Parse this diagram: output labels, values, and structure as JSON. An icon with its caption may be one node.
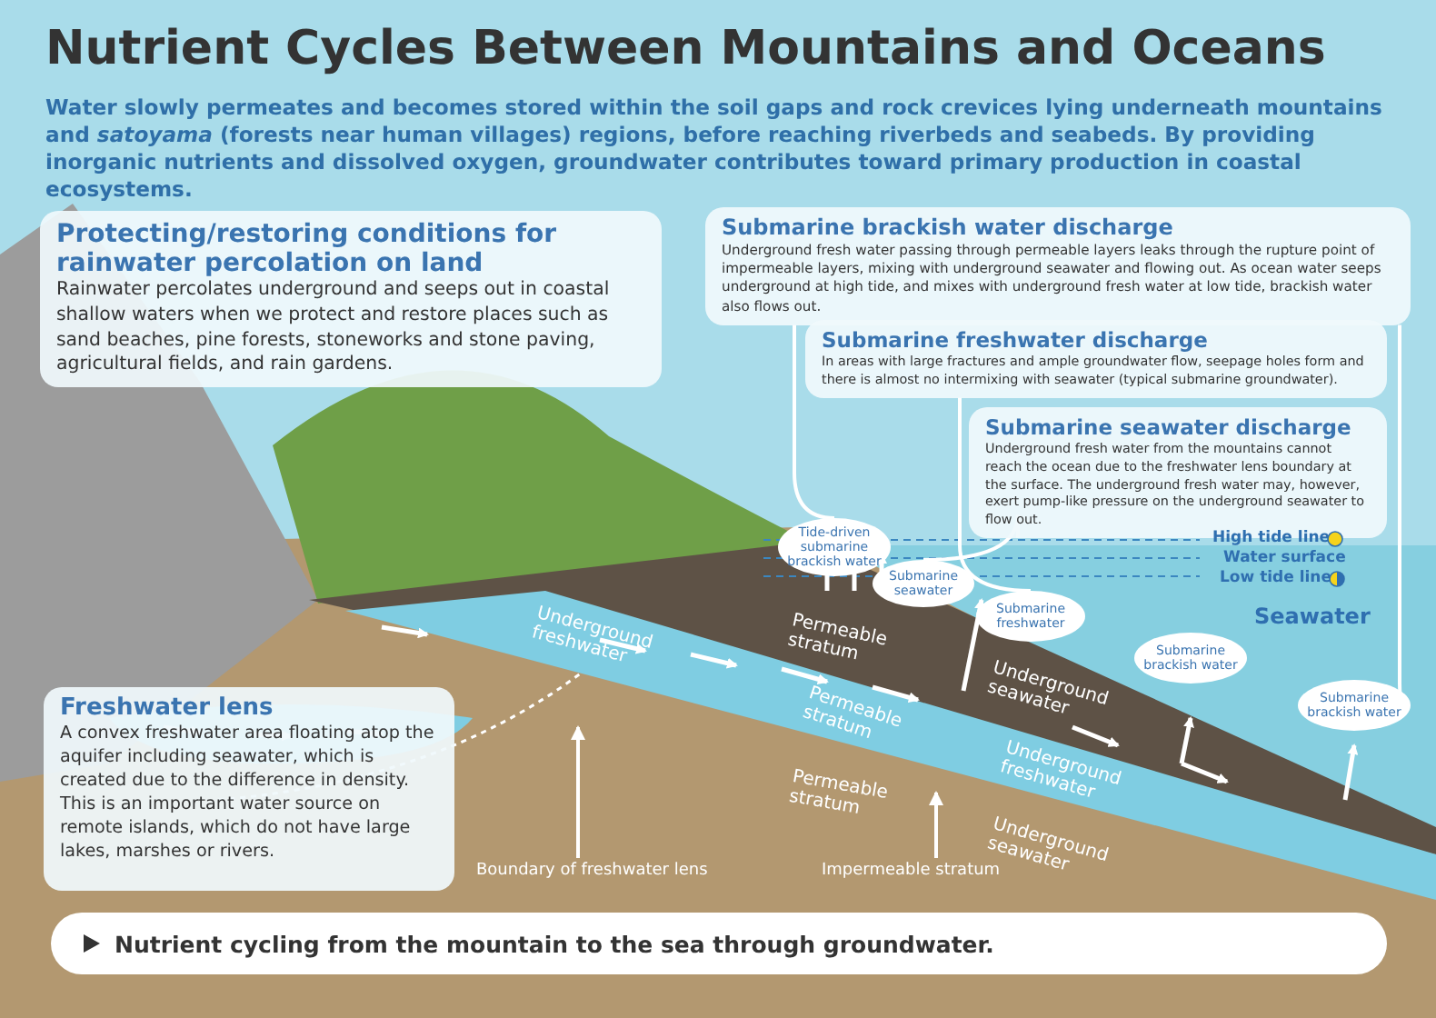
{
  "diagram": {
    "title": "Nutrient Cycles Between Mountains and Oceans",
    "caption": "Water slowly permeates and becomes stored within the soil gaps and rock crevices lying underneath mountains and *satoyama* (forests near human villages) regions, before reaching riverbeds and seabeds. By providing inorganic nutrients and dissolved oxygen, groundwater contributes toward primary production in coastal ecosystems.",
    "nodes": [
      {
        "text": [
          "Protecting/restoring conditions for rainwater percolation on land",
          "Rainwater percolates underground and seeps out in coastal shallow waters when we protect and restore places such as sand beaches, pine forests, stoneworks and stone paving, agricultural fields, and rain gardens."
        ]
      },
      {
        "text": [
          "Submarine brackish water discharge",
          "Underground fresh water passing through permeable layers leaks through the rupture point of impermeable layers, mixing with underground seawater and flowing out. As ocean water seeps underground at high tide, and mixes with underground fresh water at low tide, brackish water also flows out."
        ]
      },
      {
        "text": [
          "Submarine freshwater discharge",
          "In areas with large fractures and ample groundwater flow, seepage holes form and there is almost no intermixing with seawater (typical submarine groundwater)."
        ]
      },
      {
        "text": [
          "Submarine seawater discharge",
          "Underground fresh water from the mountains cannot reach the ocean due to the freshwater lens boundary at the surface. The underground fresh water may, however, exert pump-like pressure on the underground seawater to flow out."
        ]
      },
      {
        "text": [
          "Freshwater lens",
          "A convex freshwater area floating atop the aquifer including seawater, which is created due to the difference in density. This is an important water source on remote islands, which do not have large lakes, marshes or rivers."
        ]
      },
      {
        "text": [
          "Tide-driven submarine brackish water"
        ]
      },
      {
        "text": [
          "Submarine seawater"
        ]
      },
      {
        "text": [
          "Submarine freshwater"
        ]
      },
      {
        "text": [
          "Submarine brackish water"
        ]
      },
      {
        "text": [
          "Submarine brackish water"
        ]
      },
      {
        "text": [
          "Nutrient cycling from the mountain to the sea through groundwater."
        ]
      },
      {
        "text": [
          "Boundary of freshwater lens"
        ]
      },
      {
        "text": [
          "Impermeable stratum"
        ]
      }
    ],
    "edges": [
      {
        "from": 1,
        "to": 5,
        "arrow": "none"
      },
      {
        "from": 2,
        "to": 7,
        "arrow": "none"
      },
      {
        "from": 3,
        "to": 6,
        "arrow": "none"
      },
      {
        "from": 1,
        "to": 9,
        "arrow": "none"
      },
      {
        "from": 11,
        "to": null,
        "arrow": "to"
      },
      {
        "from": 12,
        "to": null,
        "arrow": "to"
      }
    ],
    "labels": [
      "High tide line",
      "Water surface",
      "Low tide line",
      "Seawater",
      "Underground freshwater",
      "Permeable stratum",
      "Permeable stratum",
      "Underground seawater",
      "Underground freshwater",
      "Permeable stratum",
      "Underground seawater"
    ]
  }
}
